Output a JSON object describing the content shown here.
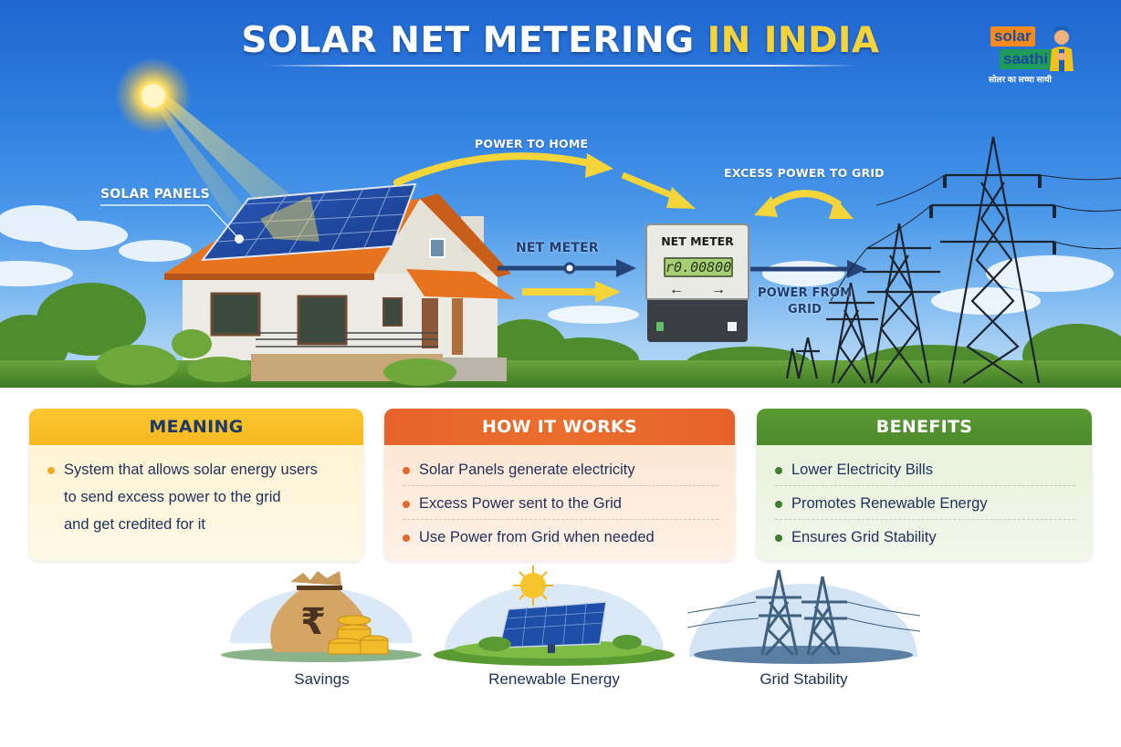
{
  "header": {
    "title_main": "SOLAR NET METERING",
    "title_highlight": "IN INDIA"
  },
  "logo": {
    "word1": "solar",
    "word2": "saathi",
    "tagline": "सोलर का सच्चा साथी"
  },
  "scene_labels": {
    "solar_panels": "SOLAR PANELS",
    "power_to_home": "POWER TO HOME",
    "excess_power_to_grid": "EXCESS POWER TO GRID",
    "net_meter": "NET METER",
    "power_from_grid_line1": "POWER FROM",
    "power_from_grid_line2": "GRID"
  },
  "meter": {
    "title": "NET METER",
    "reading": "r0.00800",
    "left_arrow": "←",
    "right_arrow": "→"
  },
  "cards": {
    "meaning": {
      "title": "MEANING",
      "text_line1": "System that allows solar energy users",
      "text_line2": "to send excess power to the grid",
      "text_line3": "and get credited for it",
      "color": "#f7b81f"
    },
    "how_it_works": {
      "title": "HOW IT WORKS",
      "items": [
        "Solar Panels generate electricity",
        "Excess Power sent to the Grid",
        "Use Power from Grid when needed"
      ],
      "color": "#e6622a"
    },
    "benefits": {
      "title": "BENEFITS",
      "items": [
        "Lower Electricity Bills",
        "Promotes Renewable Energy",
        "Ensures Grid Stability"
      ],
      "color": "#4d8a2c"
    }
  },
  "icons": [
    {
      "name": "money-bag-icon",
      "label": "Savings",
      "symbol": "₹"
    },
    {
      "name": "solar-panel-icon",
      "label": "Renewable Energy"
    },
    {
      "name": "transmission-tower-icon",
      "label": "Grid Stability"
    }
  ],
  "colors": {
    "sky_top": "#1f66d0",
    "title_highlight": "#f7d33a",
    "arrow_yellow": "#f6d53a",
    "arrow_navy": "#25457a",
    "text_navy": "#1e2f5a"
  }
}
